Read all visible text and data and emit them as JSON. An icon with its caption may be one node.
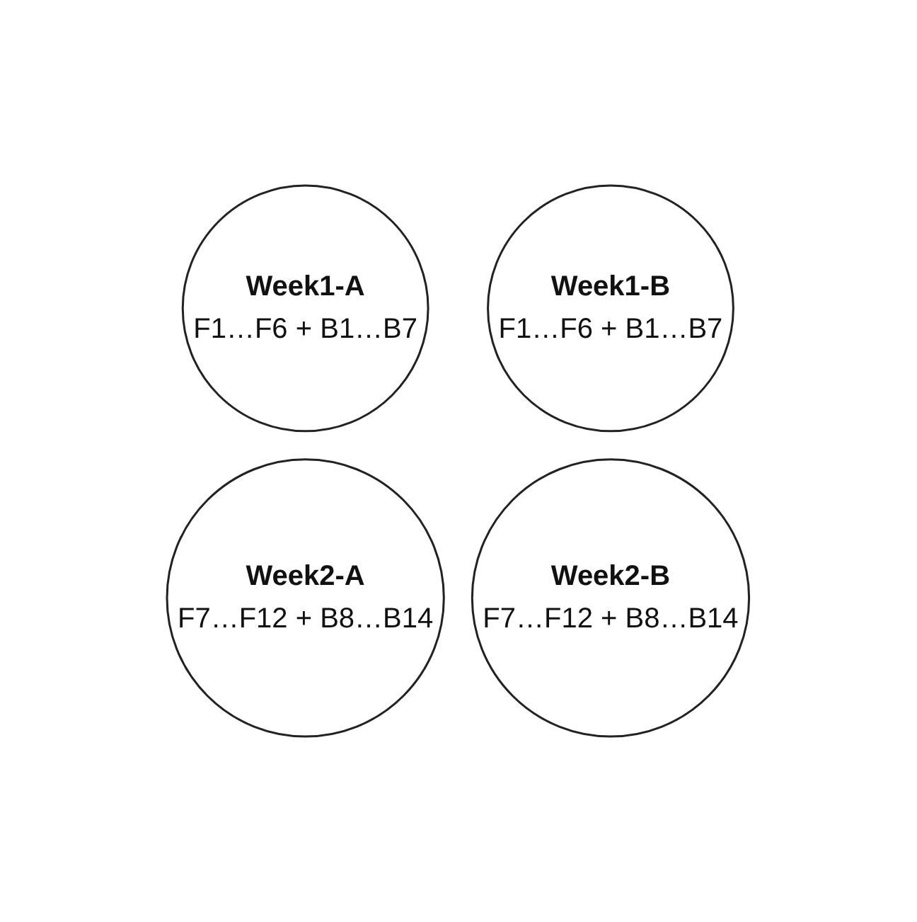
{
  "diagram": {
    "nodes": [
      {
        "text": [
          "Week1-A",
          "F1…F6 + B1…B7"
        ]
      },
      {
        "text": [
          "Week1-B",
          "F1…F6 + B1…B7"
        ]
      },
      {
        "text": [
          "Week2-A",
          "F7…F12 + B8…B14"
        ]
      },
      {
        "text": [
          "Week2-B",
          "F7…F12 + B8…B14"
        ]
      }
    ],
    "edges": []
  }
}
